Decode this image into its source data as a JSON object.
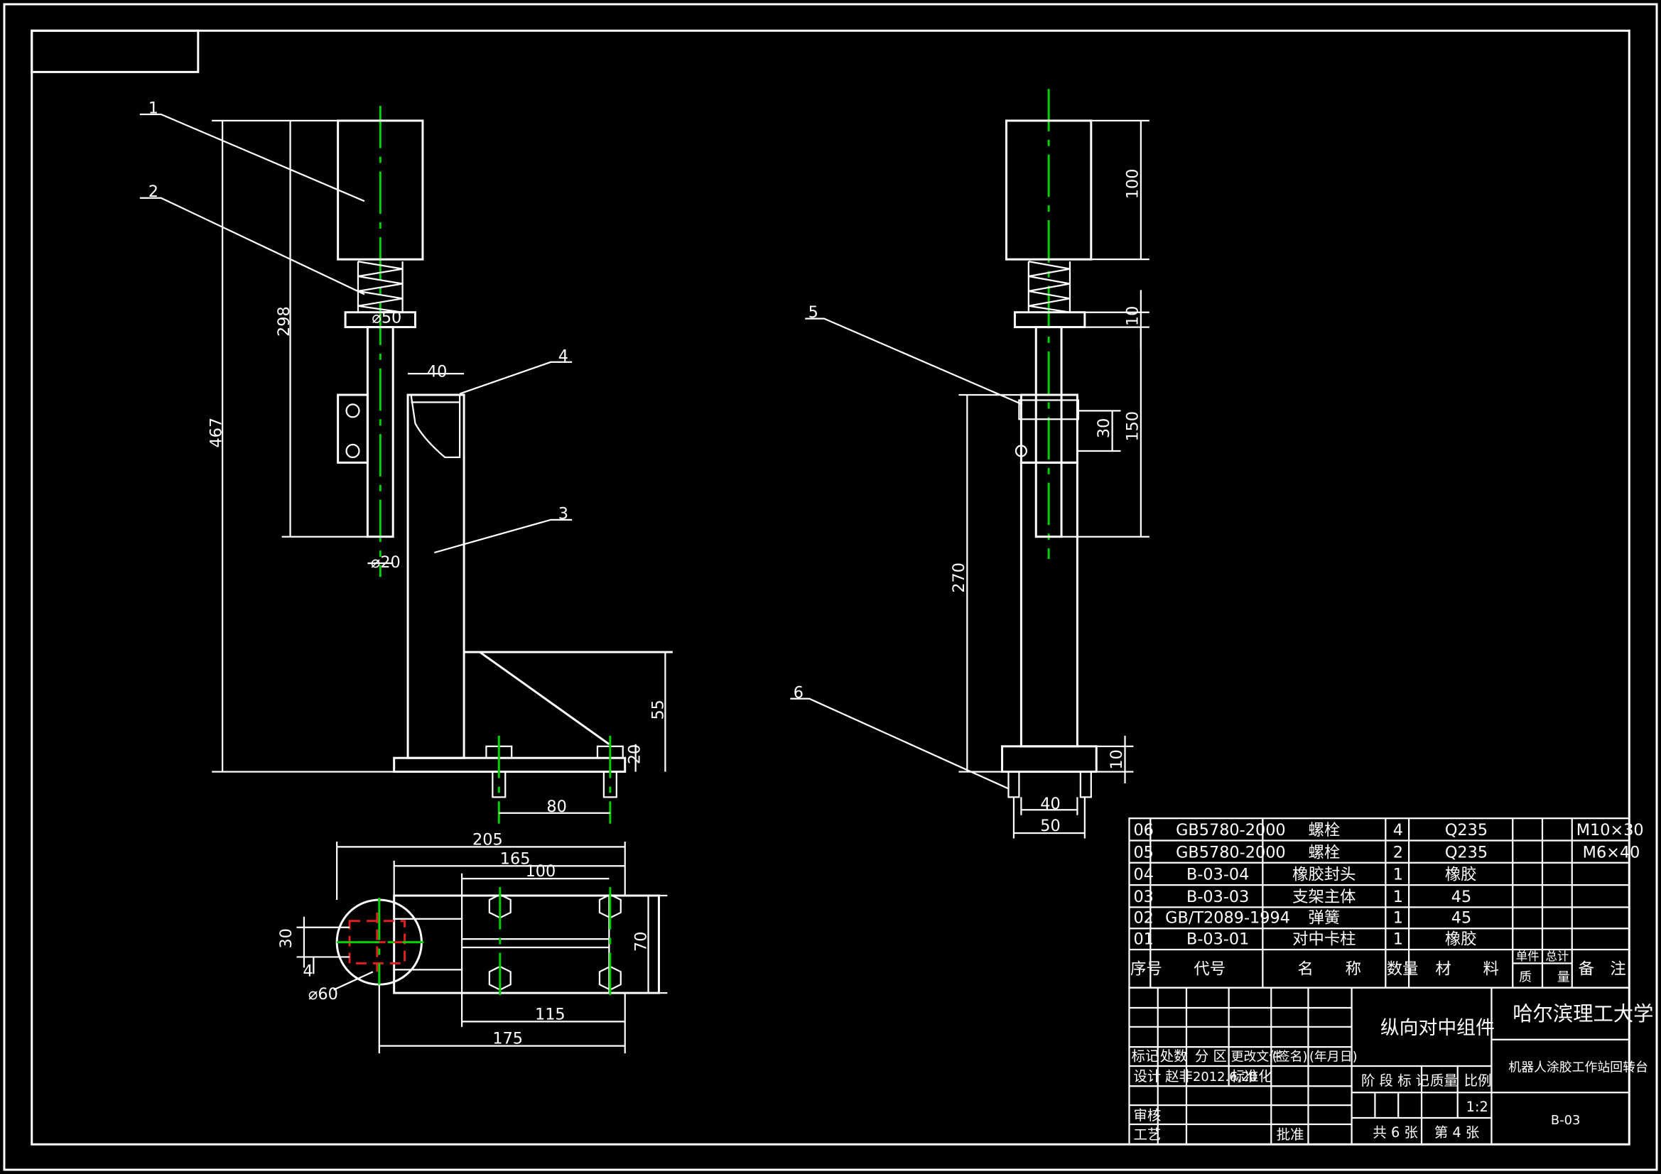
{
  "front_view": {
    "callouts": [
      "1",
      "2",
      "3",
      "4"
    ],
    "dims": {
      "total_height": "467",
      "spring_height": "298",
      "dia_top": "⌀50",
      "dia_shaft": "⌀20",
      "width_top": "40",
      "rib_height": "55",
      "base_thk": "20",
      "bolt_spacing": "80"
    }
  },
  "side_view": {
    "callouts": [
      "5",
      "6"
    ],
    "dims": {
      "top_height": "100",
      "flange": "10",
      "clamp_height": "150",
      "hole_spacing": "30",
      "column_height": "270",
      "base_thk": "10",
      "inner_width": "40",
      "outer_width": "50"
    }
  },
  "top_view": {
    "dims": {
      "len_205": "205",
      "len_165": "165",
      "len_100": "100",
      "len_115": "115",
      "len_175": "175",
      "width_70": "70",
      "width_30": "30",
      "small_4": "4",
      "dia_60": "⌀60"
    }
  },
  "bom": {
    "rows": [
      {
        "no": "06",
        "code": "GB5780-2000",
        "name": "螺栓",
        "qty": "4",
        "material": "Q235",
        "remark": "M10×30"
      },
      {
        "no": "05",
        "code": "GB5780-2000",
        "name": "螺栓",
        "qty": "2",
        "material": "Q235",
        "remark": "M6×40"
      },
      {
        "no": "04",
        "code": "B-03-04",
        "name": "橡胶封头",
        "qty": "1",
        "material": "橡胶",
        "remark": ""
      },
      {
        "no": "03",
        "code": "B-03-03",
        "name": "支架主体",
        "qty": "1",
        "material": "45",
        "remark": ""
      },
      {
        "no": "02",
        "code": "GB/T2089-1994",
        "name": "弹簧",
        "qty": "1",
        "material": "45",
        "remark": ""
      },
      {
        "no": "01",
        "code": "B-03-01",
        "name": "对中卡柱",
        "qty": "1",
        "material": "橡胶",
        "remark": ""
      }
    ],
    "header": {
      "no": "序号",
      "code": "代号",
      "name": "名　　称",
      "qty": "数量",
      "material": "材　　料",
      "unit": "单件",
      "total": "总计",
      "weight": "质　　量",
      "remark": "备　注"
    }
  },
  "title_block": {
    "labels": {
      "mark": "标记",
      "count": "处数",
      "zone": "分 区",
      "change_doc": "更改文件",
      "sign": "(签名)",
      "date": "(年月日)",
      "design": "设计",
      "standard": "标准化",
      "review": "审核",
      "process": "工艺",
      "approve": "批准",
      "stage": "阶 段 标 记",
      "mass": "质量",
      "scale_label": "比例"
    },
    "designer": "赵非",
    "design_date": "2012.6.20",
    "part_name": "纵向对中组件",
    "university": "哈尔滨理工大学",
    "project": "机器人涂胶工作站回转台",
    "scale": "1:2",
    "sheets_total": "共 6 张",
    "sheet_no": "第 4 张",
    "drawing_no": "B-03"
  }
}
